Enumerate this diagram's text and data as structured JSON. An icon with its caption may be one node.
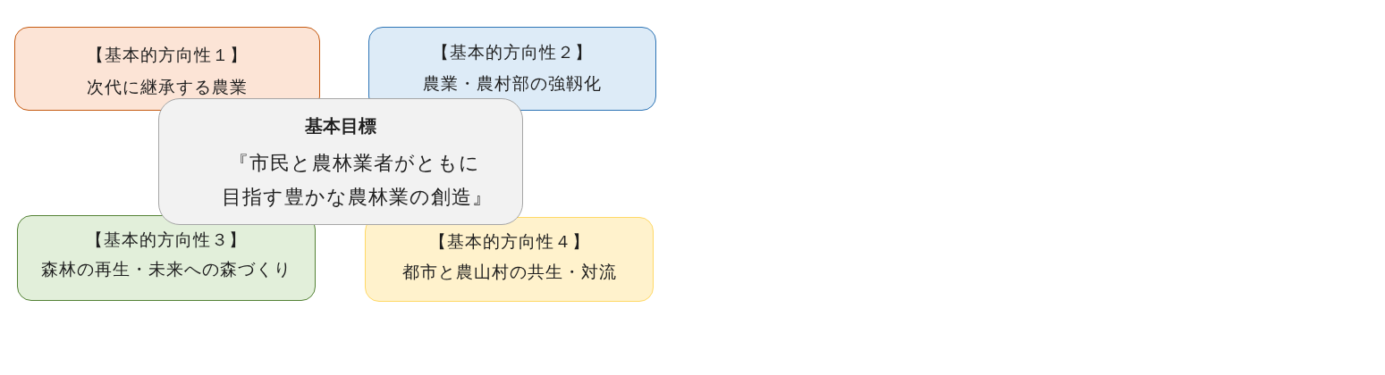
{
  "diagram": {
    "nodes": [
      {
        "text": [
          "【基本的方向性１】",
          "次代に継承する農業"
        ]
      },
      {
        "text": [
          "【基本的方向性２】",
          "農業・農村部の強靱化"
        ]
      },
      {
        "text": [
          "基本目標",
          "『市民と農林業者がともに目指す豊かな農林業の創造』"
        ]
      },
      {
        "text": [
          "【基本的方向性３】",
          "森林の再生・未来への森づくり"
        ]
      },
      {
        "text": [
          "【基本的方向性４】",
          "都市と農山村の共生・対流"
        ]
      }
    ]
  }
}
